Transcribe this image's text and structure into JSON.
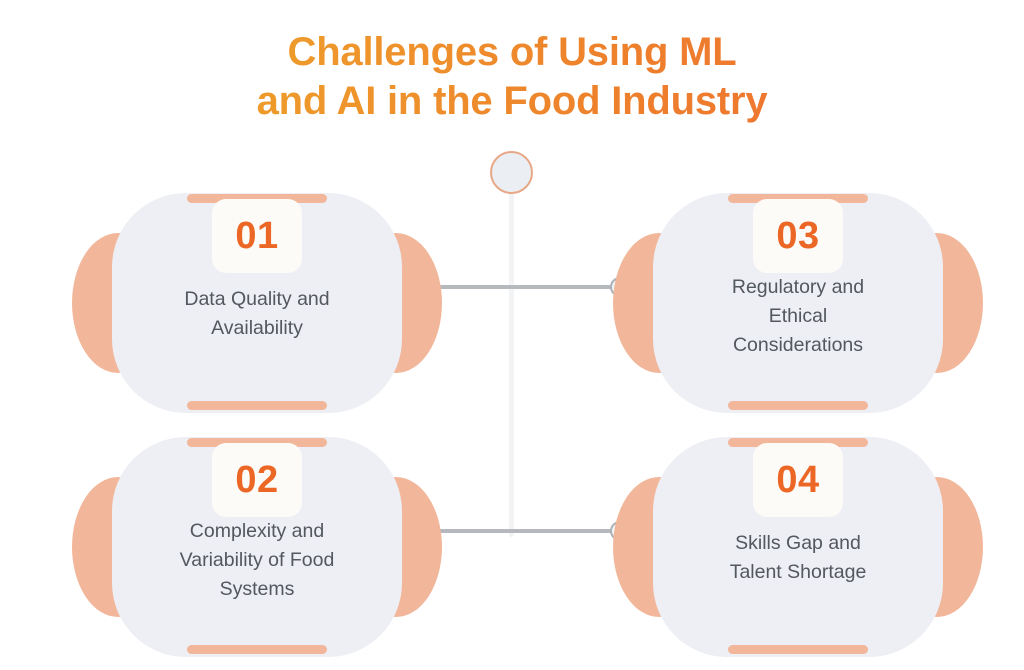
{
  "page": {
    "title": "Challenges of Using ML\nand AI in the Food Industry",
    "accent_orange": "#EC6726",
    "accent_salmon": "#F2B79A",
    "card_background": "#EDEFF4",
    "text_color": "#53585E",
    "connector_gray": "#B5B8BC"
  },
  "cards": [
    {
      "number": "01",
      "label": "Data Quality and\nAvailability",
      "lines": 2,
      "position": "top-left"
    },
    {
      "number": "02",
      "label": "Complexity and\nVariability of Food\nSystems",
      "lines": 3,
      "position": "bottom-left"
    },
    {
      "number": "03",
      "label": "Regulatory and\nEthical\nConsiderations",
      "lines": 3,
      "position": "top-right"
    },
    {
      "number": "04",
      "label": "Skills Gap and\nTalent Shortage",
      "lines": 2,
      "position": "bottom-right"
    }
  ]
}
